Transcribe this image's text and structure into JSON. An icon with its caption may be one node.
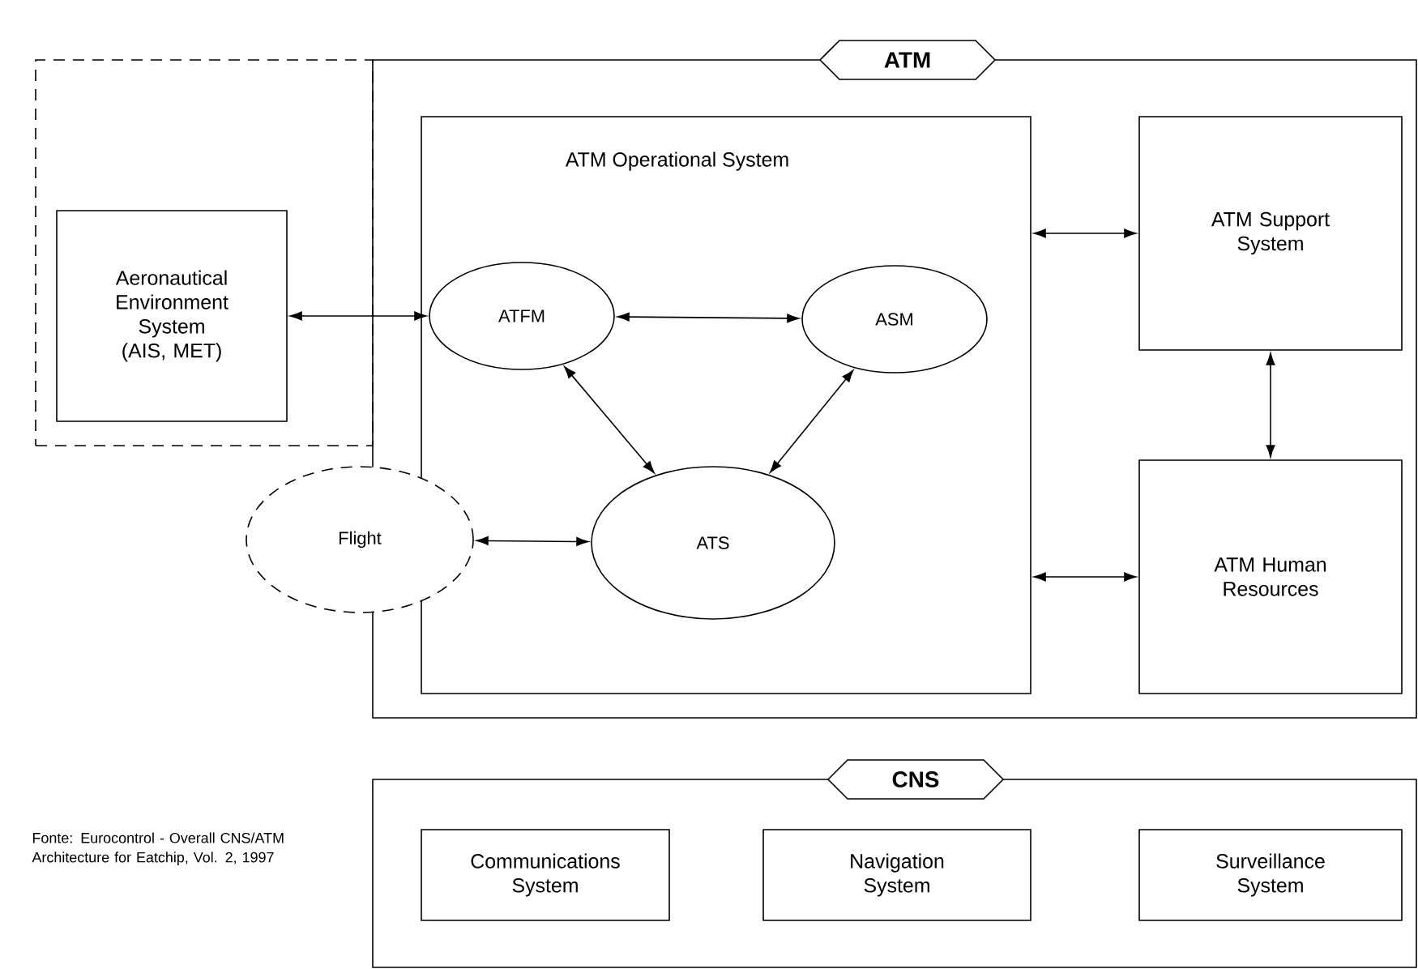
{
  "diagram": {
    "nodes": [
      {
        "text": [
          "ATM"
        ]
      },
      {
        "text": [],
        "shape": "box"
      },
      {
        "text": [
          "Aeronautical Environment System (AIS, MET)"
        ],
        "in": 1
      },
      {
        "text": [
          "ATM Operational System"
        ],
        "in": 0
      },
      {
        "text": [
          "ATFM"
        ],
        "in": 3
      },
      {
        "text": [
          "ASM"
        ],
        "in": 3
      },
      {
        "text": [
          "ATS"
        ],
        "in": 3
      },
      {
        "text": [
          "Flight"
        ]
      },
      {
        "text": [
          "ATM Support System"
        ],
        "in": 0
      },
      {
        "text": [
          "ATM Human Resources"
        ],
        "in": 0
      },
      {
        "text": [
          "CNS"
        ]
      },
      {
        "text": [
          "Communications System"
        ],
        "in": 10
      },
      {
        "text": [
          "Navigation System"
        ],
        "in": 10
      },
      {
        "text": [
          "Surveillance System"
        ],
        "in": 10
      }
    ],
    "edges": [
      {
        "from": 2,
        "to": 4,
        "arrow": "both"
      },
      {
        "from": 4,
        "to": 5,
        "arrow": "both"
      },
      {
        "from": 4,
        "to": 6,
        "arrow": "both"
      },
      {
        "from": 5,
        "to": 6,
        "arrow": "both"
      },
      {
        "from": 7,
        "to": 6,
        "arrow": "both"
      },
      {
        "from": 3,
        "to": 8,
        "arrow": "both"
      },
      {
        "from": 3,
        "to": 9,
        "arrow": "both"
      },
      {
        "from": 8,
        "to": 9,
        "arrow": "both"
      }
    ],
    "labels": [
      "Fonte: Eurocontrol - Overall CNS/ATM Architecture for Eatchip, Vol. 2, 1997"
    ]
  }
}
